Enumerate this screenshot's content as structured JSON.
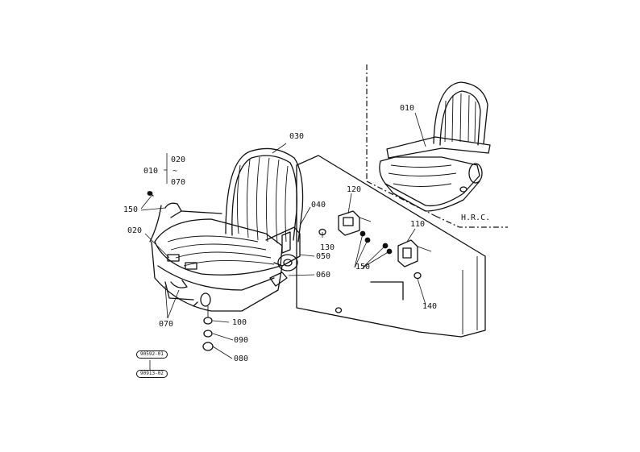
{
  "diagram": {
    "labels": {
      "l010_top": "010",
      "l030": "030",
      "l010_group": "010",
      "l020_top": "020",
      "l_range": "~",
      "l070_top": "070",
      "l150_left": "150",
      "l020_left": "020",
      "l120": "120",
      "l040": "040",
      "l110": "110",
      "l130": "130",
      "l050": "050",
      "l150_mid": "150",
      "l060": "060",
      "l070_bottom": "070",
      "l100": "100",
      "l090": "090",
      "l080": "080",
      "l140": "140",
      "hrc": "H.R.C."
    },
    "stamps": {
      "top": "90592-01",
      "bottom": "90913-02"
    }
  }
}
